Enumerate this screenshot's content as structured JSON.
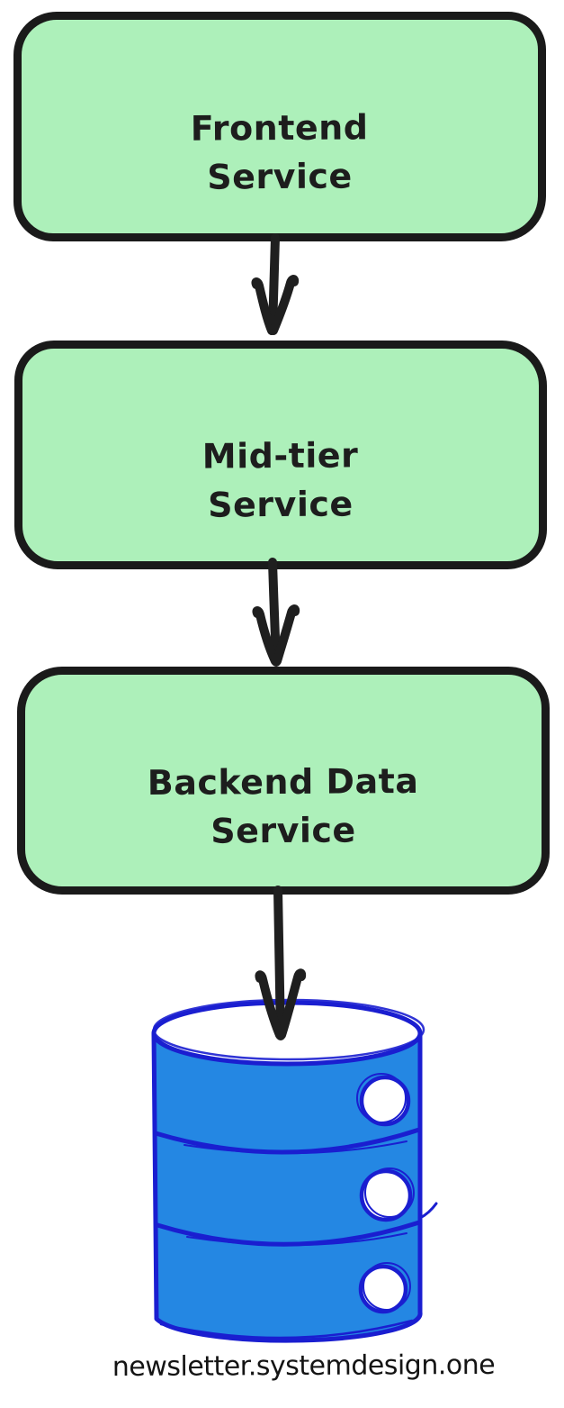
{
  "diagram": {
    "title": "three-tier service architecture",
    "nodes": [
      {
        "id": "frontend-service",
        "label": "Frontend\nService"
      },
      {
        "id": "mid-tier-service",
        "label": "Mid-tier\nService"
      },
      {
        "id": "backend-data-service",
        "label": "Backend Data\nService"
      }
    ],
    "database": {
      "id": "database",
      "shape": "cylinder",
      "segments": 3
    },
    "connections": [
      {
        "from": "frontend-service",
        "to": "mid-tier-service"
      },
      {
        "from": "mid-tier-service",
        "to": "backend-data-service"
      },
      {
        "from": "backend-data-service",
        "to": "database"
      }
    ],
    "footer": {
      "text": "newsletter.systemdesign.one"
    },
    "colors": {
      "background": "#ffffff",
      "node_fill": "#adf0ba",
      "node_border": "#1a1a1a",
      "arrow": "#1f1f1f",
      "db_fill": "#2487e3",
      "db_stroke": "#1a1ed0",
      "text": "#1d1d1d"
    }
  }
}
